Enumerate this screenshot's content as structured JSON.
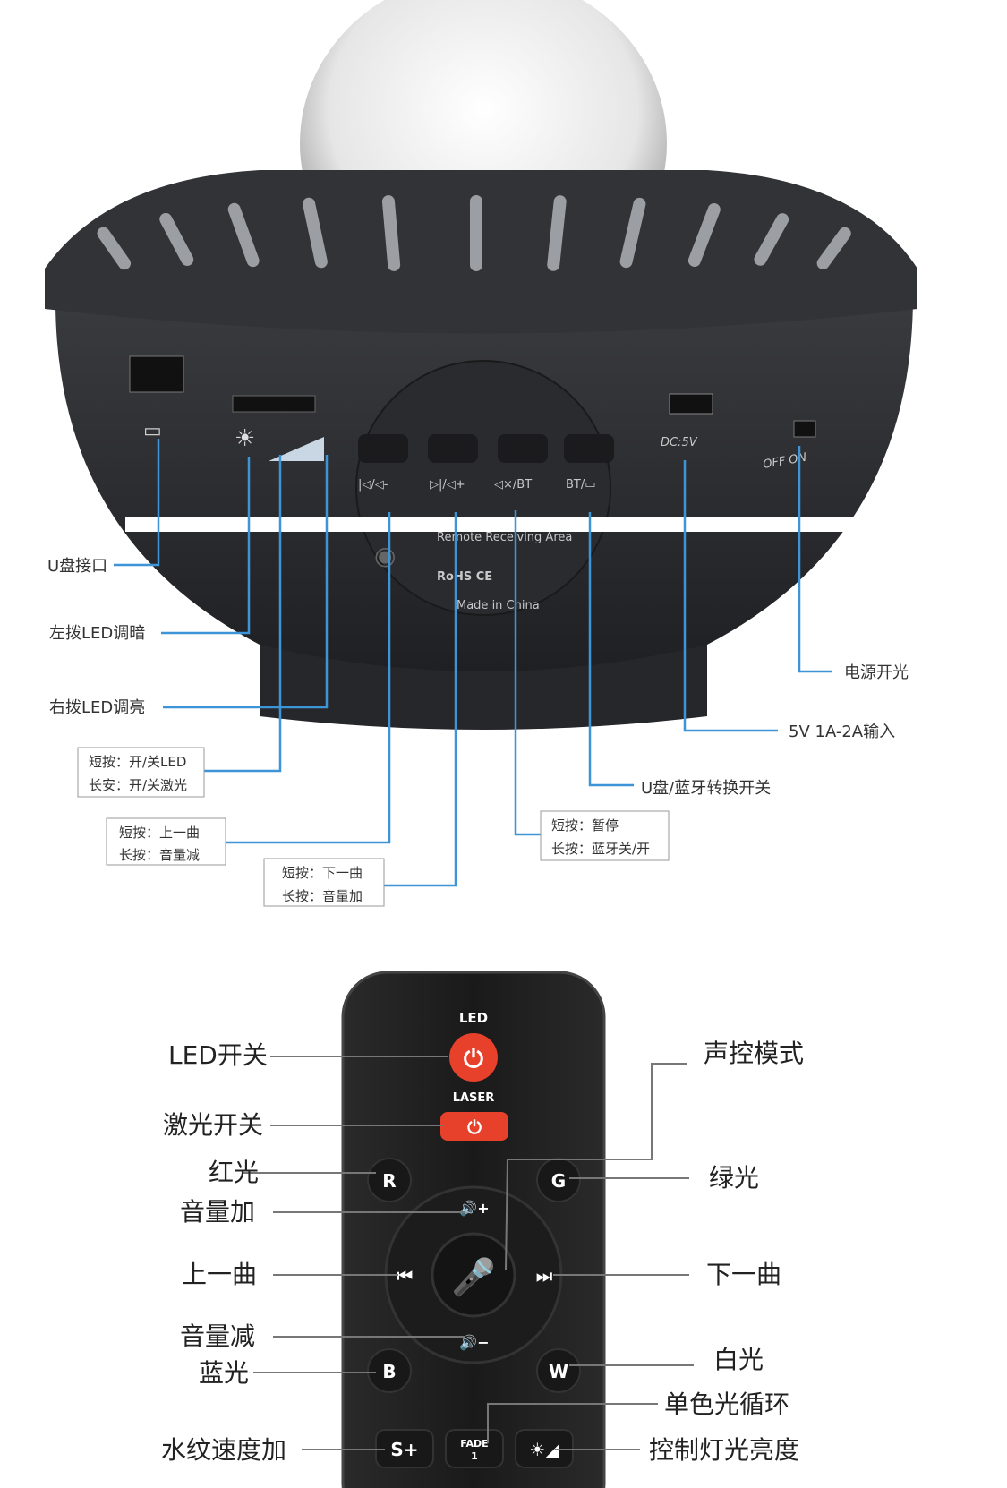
{
  "device": {
    "dc_label": "DC:5V",
    "switch_label": "OFF ON",
    "remote_area_label": "Remote Receiving Area",
    "rohs_label": "RoHS CE",
    "made_in_label": "Made in China"
  },
  "device_callouts": {
    "usb_port": "U盘接口",
    "dim_left": "左拨LED调暗",
    "bright_right": "右拨LED调亮",
    "power_switch": "电源开光",
    "dc_input": "5V 1A-2A输入",
    "mode_switch": "U盘/蓝牙转换开关",
    "boxes": [
      {
        "line1": "短按：开/关LED",
        "line2": "长安：开/关激光"
      },
      {
        "line1": "短按：上一曲",
        "line2": "长按：音量减"
      },
      {
        "line1": "短按：下一曲",
        "line2": "长按：音量加"
      },
      {
        "line1": "短按：暂停",
        "line2": "长按：蓝牙关/开"
      }
    ]
  },
  "remote": {
    "led_label": "LED",
    "laser_label": "LASER",
    "buttons": {
      "r": "R",
      "g": "G",
      "b": "B",
      "w": "W",
      "s_plus": "S+",
      "fade": "FADE",
      "fade_num": "1"
    },
    "accent_color": "#e8412b",
    "left_labels": [
      "LED开关",
      "激光开关",
      "红光",
      "音量加",
      "上一曲",
      "音量减",
      "蓝光",
      "水纹速度加"
    ],
    "right_labels": [
      "声控模式",
      "绿光",
      "下一曲",
      "白光",
      "单色光循环",
      "控制灯光亮度"
    ]
  }
}
